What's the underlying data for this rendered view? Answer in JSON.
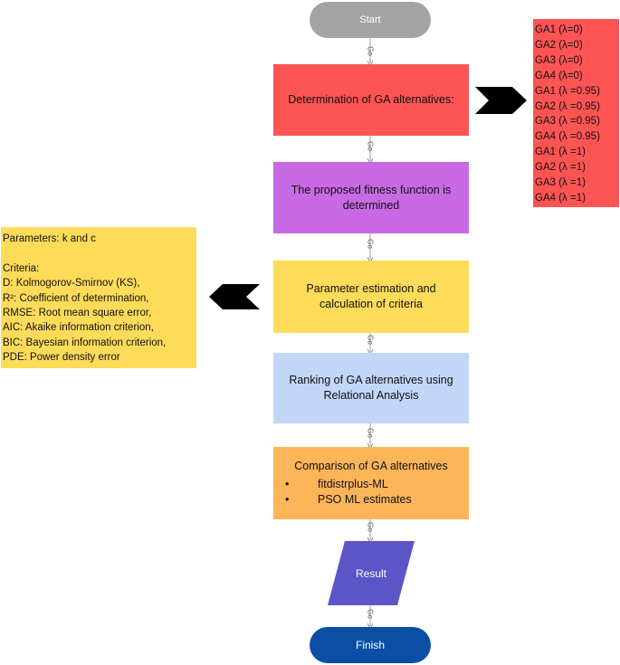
{
  "flow": {
    "start": "Start",
    "step1": "Determination of GA alternatives:",
    "step2": "The proposed fitness function is determined",
    "step3": "Parameter estimation and calculation of criteria",
    "step4": "Ranking of GA alternatives  using Relational Analysis",
    "step5": {
      "title": "Comparison of GA alternatives",
      "bullets": [
        "fitdistrplus-ML",
        "PSO ML estimates"
      ]
    },
    "result": "Result",
    "finish": "Finish",
    "connector_label": "Go"
  },
  "alternatives": [
    "GA1 (λ=0)",
    "GA2 (λ=0)",
    "GA3 (λ=0)",
    "GA4 (λ=0)",
    "GA1 (λ =0.95)",
    "GA2 (λ =0.95)",
    "GA3 (λ =0.95)",
    "GA4 (λ =0.95)",
    "GA1 (λ =1)",
    "GA2 (λ =1)",
    "GA3 (λ =1)",
    "GA4 (λ =1)"
  ],
  "criteria_box": {
    "lines": [
      "Parameters: k and c",
      "",
      "Criteria:",
      "D: Kolmogorov-Smirnov (KS),",
      "R²: Coefficient of determination,",
      "RMSE: Root mean square error,",
      "AIC: Akaike information criterion,",
      "BIC: Bayesian information criterion,",
      "PDE: Power density error"
    ]
  },
  "colors": {
    "start": "#a3a3a3",
    "determination": "#fe5454",
    "fitness": "#c86ae4",
    "parameter": "#fedb59",
    "ranking": "#c2d6f7",
    "comparison": "#fdb55a",
    "result": "#5b55c8",
    "finish": "#0b4ea6",
    "arrow": "#000000"
  }
}
